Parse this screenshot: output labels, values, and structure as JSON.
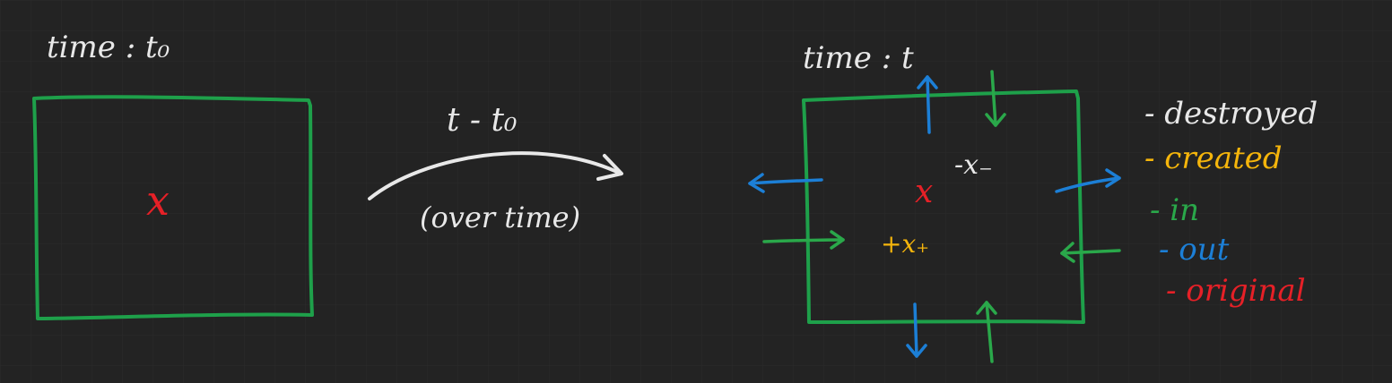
{
  "colors": {
    "background": "#232323",
    "grid": "#2b2b2b",
    "box": "#1ea04a",
    "ink": "#e8e8e8",
    "red": "#e62027",
    "yellow": "#f5b50b",
    "blue": "#1c7fd6",
    "green": "#2aa84a"
  },
  "left": {
    "time_label": "time : t₀",
    "quantity": "x"
  },
  "transition": {
    "duration_label": "t - t₀",
    "note": "(over time)"
  },
  "right": {
    "time_label": "time : t",
    "original": "x",
    "destroyed": "-x₋",
    "created": "+x₊"
  },
  "legend": [
    {
      "label": "- destroyed",
      "color": "#e8e8e8"
    },
    {
      "label": "- created",
      "color": "#f5b50b"
    },
    {
      "label": "- in",
      "color": "#2aa84a"
    },
    {
      "label": "- out",
      "color": "#1c7fd6"
    },
    {
      "label": "- original",
      "color": "#e62027"
    }
  ],
  "icons": {
    "time_arrow": "curved-arrow-icon",
    "inflow": "inflow-arrow-icon",
    "outflow": "outflow-arrow-icon"
  }
}
